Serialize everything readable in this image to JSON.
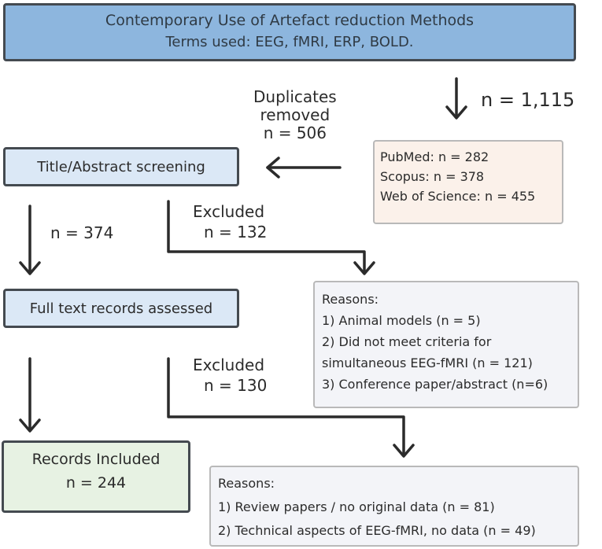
{
  "header": {
    "title": "Contemporary Use of Artefact reduction Methods",
    "terms": "Terms used: EEG, fMRI, ERP, BOLD."
  },
  "identified": {
    "count": "n = 1,115"
  },
  "sources": [
    "PubMed: n = 282",
    "Scopus: n = 378",
    "Web of Science: n = 455"
  ],
  "duplicates": {
    "line1": "Duplicates",
    "line2": "removed",
    "line3": "n = 506"
  },
  "screening": {
    "label": "Title/Abstract screening",
    "count": "n = 374"
  },
  "excluded_1": {
    "label": "Excluded",
    "count": "n = 132",
    "reasons_title": "Reasons:",
    "reasons": [
      "1) Animal models (n = 5)",
      "2) Did not meet criteria for",
      "simultaneous EEG-fMRI (n  = 121)",
      "3) Conference paper/abstract (n=6)"
    ]
  },
  "fulltext": {
    "label": "Full text records assessed"
  },
  "excluded_2": {
    "label": "Excluded",
    "count": "n = 130",
    "reasons_title": "Reasons:",
    "reasons": [
      "1) Review papers / no original data (n = 81)",
      "2) Technical aspects of EEG-fMRI, no data (n = 49)"
    ]
  },
  "included": {
    "label": "Records Included",
    "count": "n = 244"
  },
  "colors": {
    "header_fill": "#8db6de",
    "step_fill": "#dbe8f6",
    "included_fill": "#e7f2e3",
    "sources_fill": "#fbf1ea",
    "reasons_fill": "#f3f4f8",
    "line": "#2b2b2b"
  }
}
